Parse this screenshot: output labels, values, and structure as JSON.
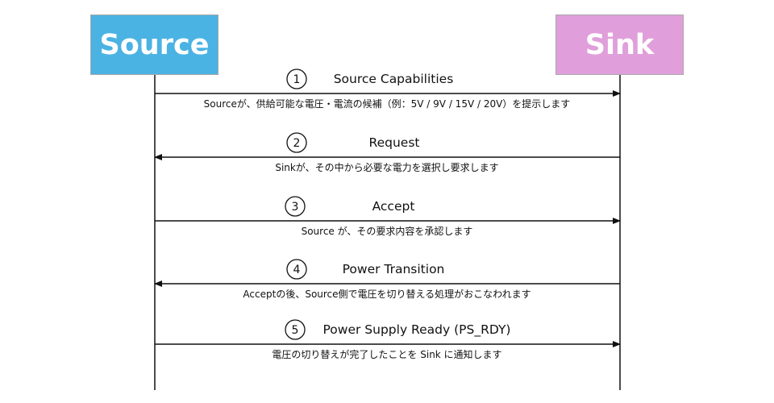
{
  "actors": {
    "source": {
      "label": "Source",
      "color": "#4bb3e3"
    },
    "sink": {
      "label": "Sink",
      "color": "#e09fdb"
    }
  },
  "messages": [
    {
      "number": "1",
      "title": "Source Capabilities",
      "direction": "source-to-sink",
      "description": "Sourceが、供給可能な電圧・電流の候補（例：5V / 9V / 15V / 20V）を提示します"
    },
    {
      "number": "2",
      "title": "Request",
      "direction": "sink-to-source",
      "description": "Sinkが、その中から必要な電力を選択し要求します"
    },
    {
      "number": "3",
      "title": "Accept",
      "direction": "source-to-sink",
      "description": "Source が、その要求内容を承認します"
    },
    {
      "number": "4",
      "title": "Power Transition",
      "direction": "sink-to-source",
      "description": "Acceptの後、Source側で電圧を切り替える処理がおこなわれます"
    },
    {
      "number": "5",
      "title": "Power Supply Ready (PS_RDY)",
      "direction": "source-to-sink",
      "description": "電圧の切り替えが完了したことを Sink に通知します"
    }
  ]
}
